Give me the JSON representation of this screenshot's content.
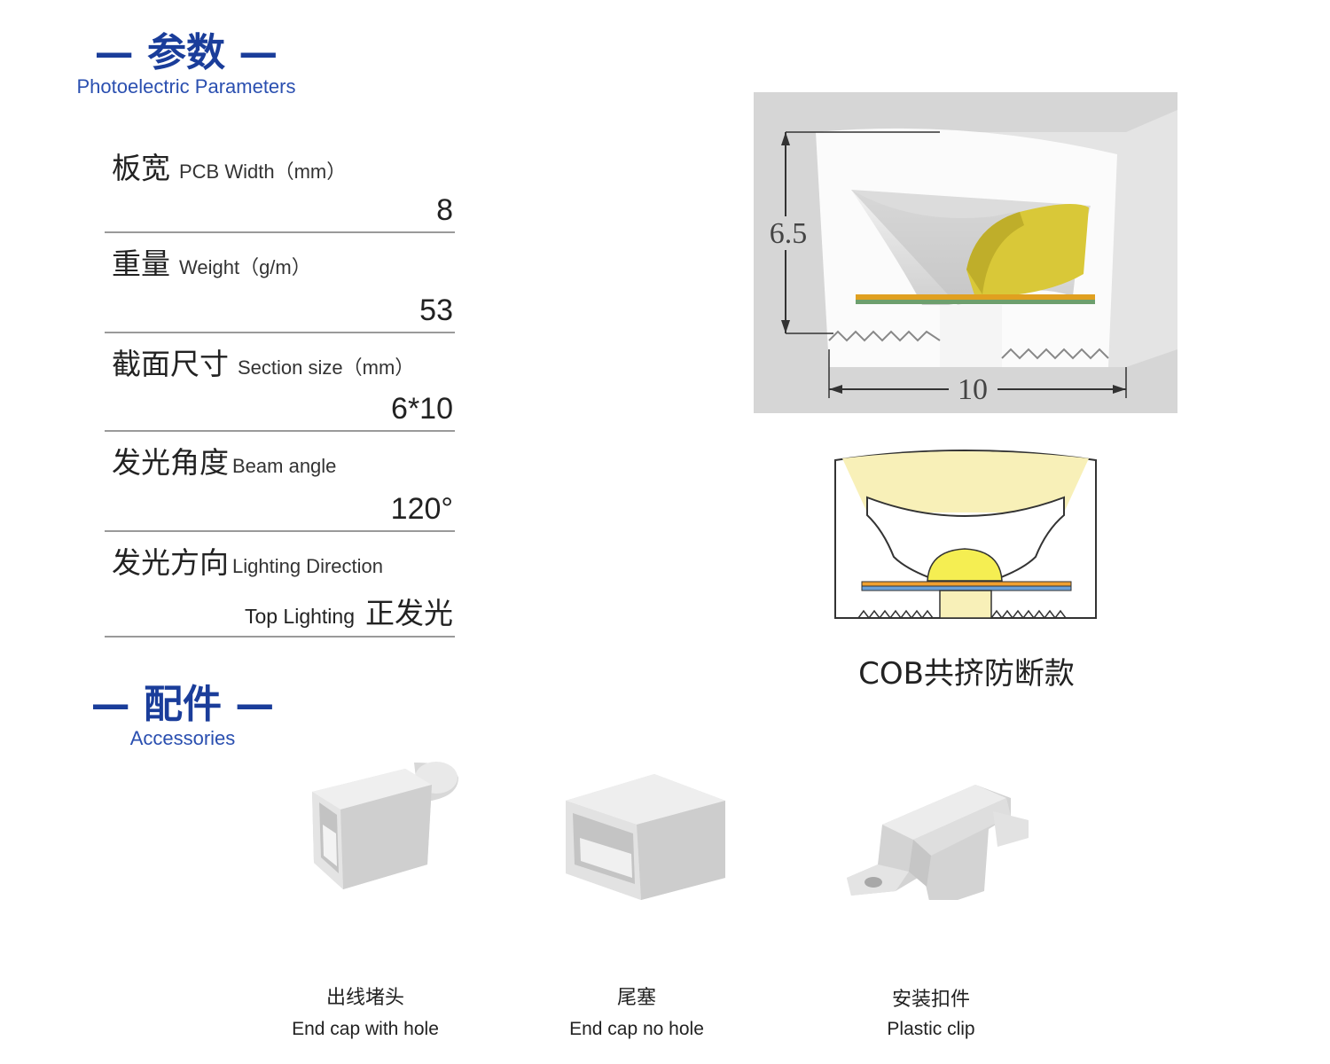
{
  "params_section": {
    "title_cn": "— 参数 —",
    "title_en": "Photoelectric Parameters"
  },
  "params": [
    {
      "label_cn": "板宽",
      "label_en": "PCB Width（mm）",
      "value": "8"
    },
    {
      "label_cn": "重量",
      "label_en": "Weight（g/m）",
      "value": "53"
    },
    {
      "label_cn": "截面尺寸",
      "label_en": "Section size（mm）",
      "value": "6*10"
    },
    {
      "label_cn": "发光角度",
      "label_en": "Beam angle",
      "value": "120°"
    },
    {
      "label_cn": "发光方向",
      "label_en": "Lighting Direction",
      "value_en": "Top Lighting",
      "value_cn": "正发光"
    }
  ],
  "diagram": {
    "height_dim": "6.5",
    "width_dim": "10"
  },
  "caption": "COB共挤防断款",
  "accessories_section": {
    "title_cn": "— 配件 —",
    "title_en": "Accessories"
  },
  "accessories": [
    {
      "name_cn": "出线堵头",
      "name_en": "End cap with hole"
    },
    {
      "name_cn": "尾塞",
      "name_en": "End cap no hole"
    },
    {
      "name_cn": "安装扣件",
      "name_en": "Plastic clip"
    }
  ]
}
